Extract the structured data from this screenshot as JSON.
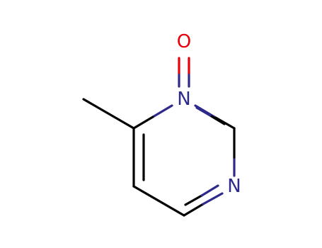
{
  "molecule": {
    "atoms": {
      "oxygen": "O",
      "n_oxide": "N",
      "n_ring": "N"
    },
    "bond_color": "#000000",
    "nitrogen_color": "#2e2a8c",
    "oxygen_color": "#e8000b",
    "background": "#ffffff"
  }
}
